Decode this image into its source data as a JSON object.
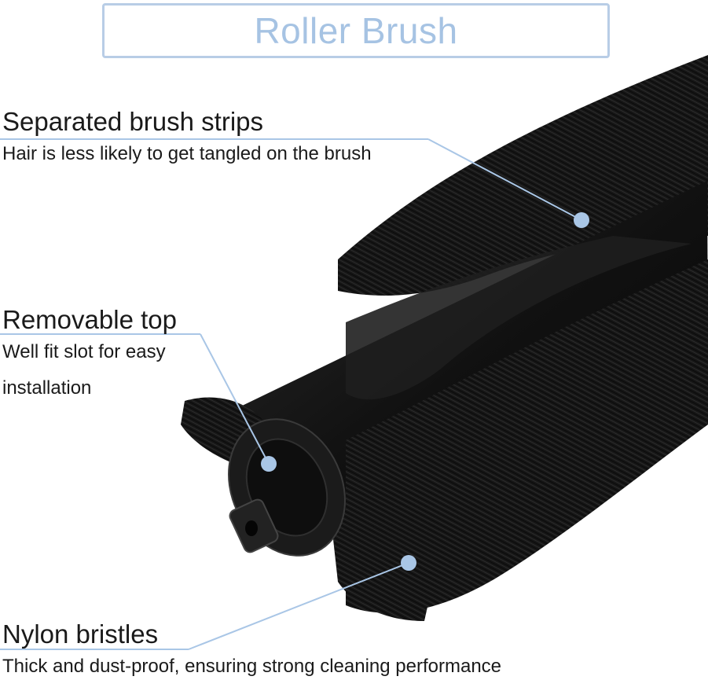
{
  "title": "Roller Brush",
  "callouts": [
    {
      "title": "Separated brush strips",
      "desc": [
        "Hair is less likely to get tangled on the brush"
      ]
    },
    {
      "title": "Removable top",
      "desc": [
        "Well fit slot for easy",
        "installation"
      ]
    },
    {
      "title": "Nylon bristles",
      "desc": [
        "Thick and dust-proof, ensuring strong cleaning performance"
      ]
    }
  ],
  "colors": {
    "accent": "#a6c3e3",
    "line": "#a9c6e6",
    "brush": "#141414",
    "text": "#1a1a1a"
  }
}
